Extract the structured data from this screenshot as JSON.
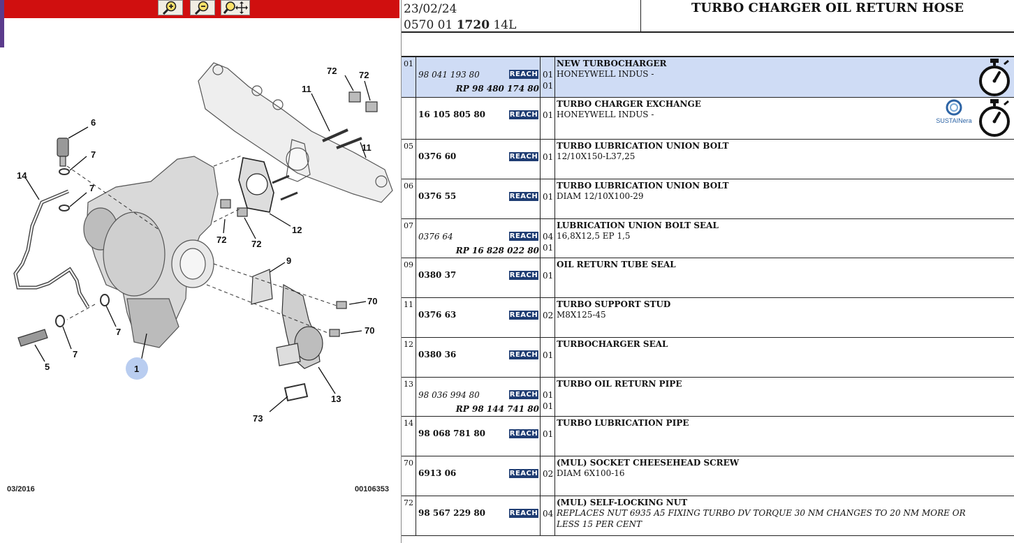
{
  "toolbar": {
    "zoom_in_label": "zoom in",
    "zoom_out_label": "zoom out",
    "zoom_move_label": "zoom/move"
  },
  "diagram": {
    "callouts": [
      "72",
      "72",
      "11",
      "11",
      "6",
      "7",
      "7",
      "14",
      "12",
      "72",
      "72",
      "9",
      "70",
      "70",
      "7",
      "7",
      "5",
      "1",
      "13",
      "73"
    ],
    "date_code": "03/2016",
    "image_code": "00106353"
  },
  "header": {
    "date": "23/02/24",
    "code_prefix": "0570 01",
    "code_bold": "1720",
    "code_suffix": "14L",
    "title": "TURBO CHARGER OIL RETURN HOSE"
  },
  "reach_label": "REACH",
  "rows": [
    {
      "item": "01",
      "ref": "98 041 193 80",
      "ref_style": "italic",
      "qty": "01",
      "rp": "RP 98 480 174 80",
      "rp_qty": "01",
      "title": "NEW TURBOCHARGER",
      "info": "HONEYWELL INDUS -",
      "highlight": true,
      "stopwatch": true
    },
    {
      "item": "",
      "ref": "16 105 805 80",
      "ref_style": "bold",
      "qty": "01",
      "title": "TURBO CHARGER EXCHANGE",
      "info": "HONEYWELL INDUS -",
      "sustain": true,
      "sustain_text": "SUSTAINera",
      "stopwatch": true
    },
    {
      "item": "05",
      "ref": "0376 60",
      "ref_style": "bold",
      "qty": "01",
      "title": "TURBO LUBRICATION UNION BOLT",
      "info": "12/10X150-L37,25"
    },
    {
      "item": "06",
      "ref": "0376 55",
      "ref_style": "bold",
      "qty": "01",
      "title": "TURBO LUBRICATION UNION BOLT",
      "info": "DIAM 12/10X100-29"
    },
    {
      "item": "07",
      "ref": "0376 64",
      "ref_style": "italic",
      "qty": "04",
      "rp": "RP 16 828 022 80",
      "rp_qty": "01",
      "title": "LUBRICATION UNION BOLT SEAL",
      "info": "16,8X12,5 EP 1,5"
    },
    {
      "item": "09",
      "ref": "0380 37",
      "ref_style": "bold",
      "qty": "01",
      "title": "OIL RETURN TUBE SEAL",
      "info": ""
    },
    {
      "item": "11",
      "ref": "0376 63",
      "ref_style": "bold",
      "qty": "02",
      "title": "TURBO SUPPORT STUD",
      "info": "M8X125-45"
    },
    {
      "item": "12",
      "ref": "0380 36",
      "ref_style": "bold",
      "qty": "01",
      "title": "TURBOCHARGER SEAL",
      "info": ""
    },
    {
      "item": "13",
      "ref": "98 036 994 80",
      "ref_style": "italic",
      "qty": "01",
      "rp": "RP 98 144 741 80",
      "rp_qty": "01",
      "title": "TURBO OIL RETURN PIPE",
      "info": ""
    },
    {
      "item": "14",
      "ref": "98 068 781 80",
      "ref_style": "bold",
      "qty": "01",
      "title": "TURBO LUBRICATION PIPE",
      "info": ""
    },
    {
      "item": "70",
      "ref": "6913 06",
      "ref_style": "bold",
      "qty": "02",
      "title": "(MUL) SOCKET CHEESEHEAD SCREW",
      "info": "DIAM 6X100-16"
    },
    {
      "item": "72",
      "ref": "98 567 229 80",
      "ref_style": "bold",
      "qty": "04",
      "title": "(MUL) SELF-LOCKING NUT",
      "info": "REPLACES NUT 6935 A5 FIXING TURBO DV TORQUE 30 NM CHANGES TO 20 NM MORE OR LESS 15 PER CENT",
      "info_italic": true
    }
  ]
}
